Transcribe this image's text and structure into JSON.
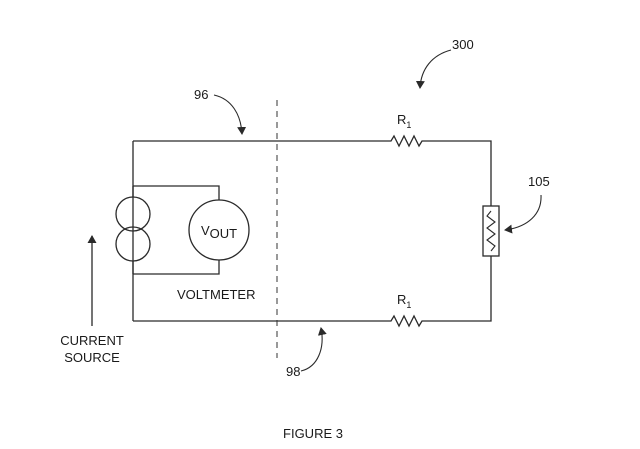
{
  "labels": {
    "ref_300": "300",
    "ref_96": "96",
    "ref_98": "98",
    "ref_105": "105",
    "r1_top_main": "R",
    "r1_top_sub": "1",
    "r1_bottom_main": "R",
    "r1_bottom_sub": "1",
    "vout_main": "V",
    "vout_sub": "OUT",
    "voltmeter": "VOLTMETER",
    "current_source_line1": "CURRENT",
    "current_source_line2": "SOURCE",
    "caption": "FIGURE 3"
  }
}
